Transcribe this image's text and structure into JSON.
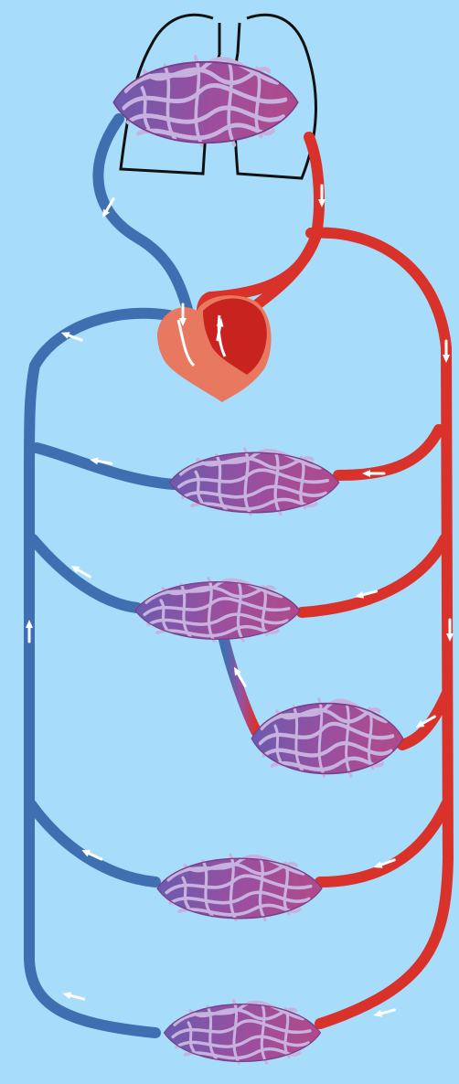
{
  "diagram": {
    "kind": "circulatory-system-schematic",
    "text_labels": [],
    "colors": {
      "background": "#a7ddfb",
      "oxygenated_vessel": "#d9322a",
      "deoxygenated_vessel": "#3f6fb0",
      "capillary_mesh": "#9a4f9e",
      "capillary_highlight": "#b58fc8",
      "lung_outline": "#111111",
      "heart_body": "#e8785f",
      "heart_left_side": "#c9231f",
      "flow_arrow": "#ffffff"
    },
    "icons": [
      "lungs-outline-icon",
      "heart-icon",
      "flow-arrow-icon"
    ],
    "capillary_beds": [
      {
        "id": "pulmonary",
        "organ": "lungs"
      },
      {
        "id": "systemic-1"
      },
      {
        "id": "systemic-2"
      },
      {
        "id": "systemic-3-portal"
      },
      {
        "id": "systemic-4"
      },
      {
        "id": "systemic-5"
      }
    ]
  }
}
